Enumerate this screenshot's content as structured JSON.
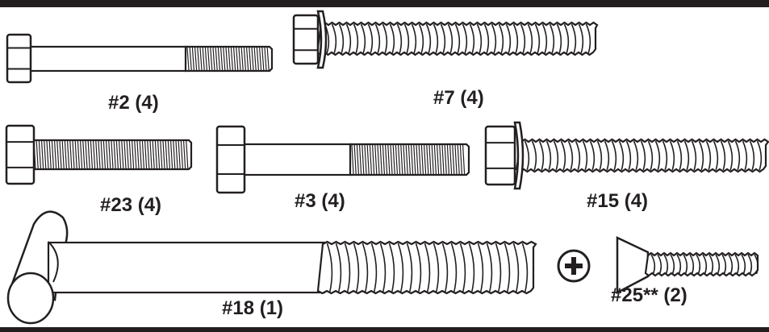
{
  "parts": [
    {
      "id": "bolt-2",
      "label": "#2 (4)",
      "head": "hex",
      "thread": "fine"
    },
    {
      "id": "bolt-7",
      "label": "#7 (4)",
      "head": "flange-hex",
      "thread": "coarse"
    },
    {
      "id": "bolt-23",
      "label": "#23 (4)",
      "head": "hex",
      "thread": "fine"
    },
    {
      "id": "bolt-3",
      "label": "#3 (4)",
      "head": "hex",
      "thread": "fine"
    },
    {
      "id": "bolt-15",
      "label": "#15 (4)",
      "head": "flange-hex",
      "thread": "coarse"
    },
    {
      "id": "bolt-18",
      "label": "#18 (1)",
      "head": "t-handle",
      "thread": "coarse"
    },
    {
      "id": "screw-25",
      "label": "#25** (2)",
      "head": "phillips-flat",
      "thread": "coarse"
    }
  ],
  "colors": {
    "ink": "#231f20",
    "paper": "#ffffff",
    "bar": "#231f20"
  }
}
